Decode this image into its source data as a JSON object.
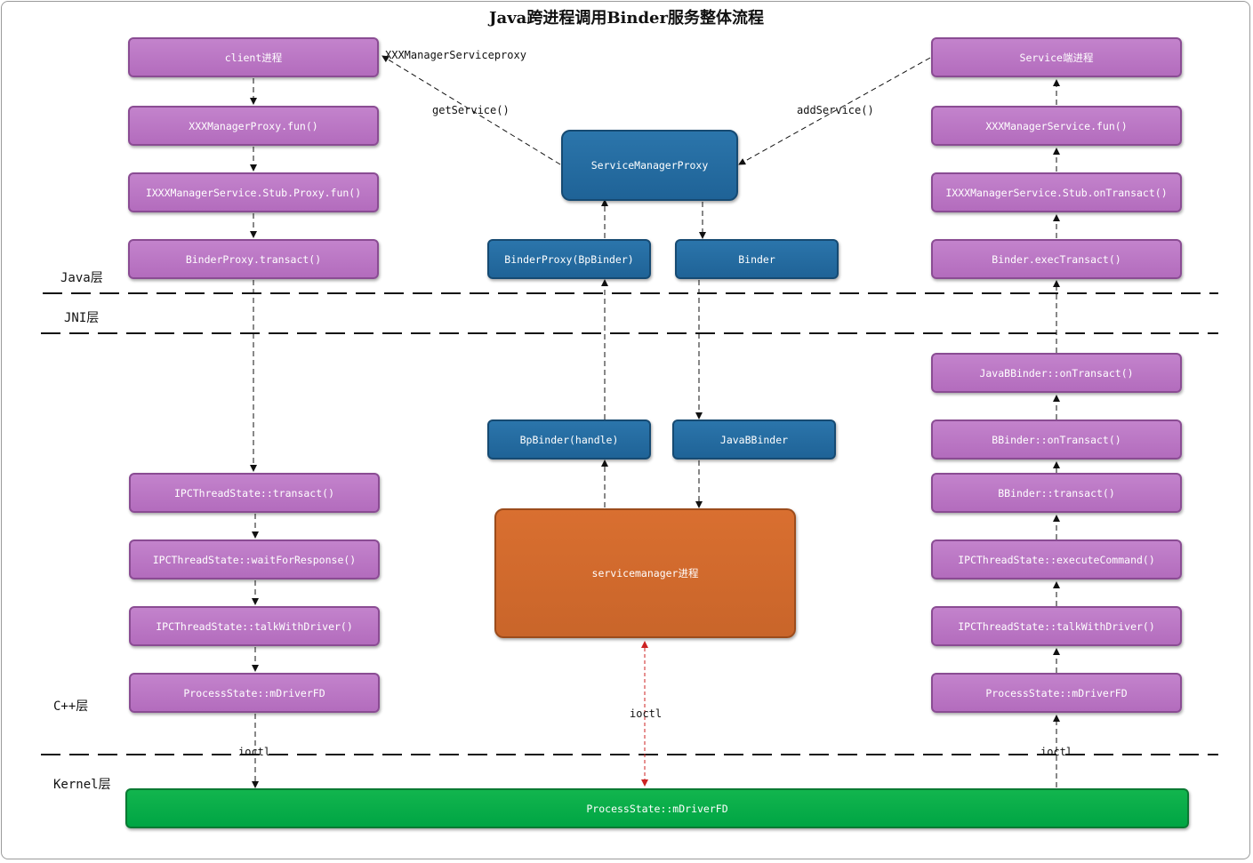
{
  "title": "Java跨进程调用Binder服务整体流程",
  "layers": {
    "java": "Java层",
    "jni": "JNI层",
    "cpp": "C++层",
    "kernel": "Kernel层"
  },
  "client": {
    "process": "client进程",
    "proxy_fun": "XXXManagerProxy.fun()",
    "stub_proxy_fun": "IXXXManagerService.Stub.Proxy.fun()",
    "binder_proxy_transact": "BinderProxy.transact()",
    "ipc_transact": "IPCThreadState::transact()",
    "ipc_wait": "IPCThreadState::waitForResponse()",
    "ipc_talk": "IPCThreadState::talkWithDriver()",
    "driver_fd": "ProcessState::mDriverFD"
  },
  "middle": {
    "service_manager_proxy": "ServiceManagerProxy",
    "binder_proxy": "BinderProxy(BpBinder)",
    "binder": "Binder",
    "bp_binder": "BpBinder(handle)",
    "java_bbinder": "JavaBBinder",
    "servicemanager": "servicemanager进程"
  },
  "service": {
    "process": "Service端进程",
    "service_fun": "XXXManagerService.fun()",
    "stub_on_transact": "IXXXManagerService.Stub.onTransact()",
    "exec_transact": "Binder.execTransact()",
    "java_bbinder_on_transact": "JavaBBinder::onTransact()",
    "bbinder_on_transact": "BBinder::onTransact()",
    "bbinder_transact": "BBinder::transact()",
    "ipc_execute": "IPCThreadState::executeCommand()",
    "ipc_talk": "IPCThreadState::talkWithDriver()",
    "driver_fd": "ProcessState::mDriverFD"
  },
  "kernel_box": "ProcessState::mDriverFD",
  "labels": {
    "service_proxy": "XXXManagerServiceproxy",
    "get_service": "getService()",
    "add_service": "addService()",
    "ioctl_left": "ioctl",
    "ioctl_mid": "ioctl",
    "ioctl_right": "ioctl"
  },
  "colors": {
    "client_service_box": "#b975c2",
    "binder_box": "#1f6397",
    "servicemanager_box": "#cf6a2d",
    "kernel_box": "#00a544",
    "ioctl_arrow": "#cc2222"
  }
}
